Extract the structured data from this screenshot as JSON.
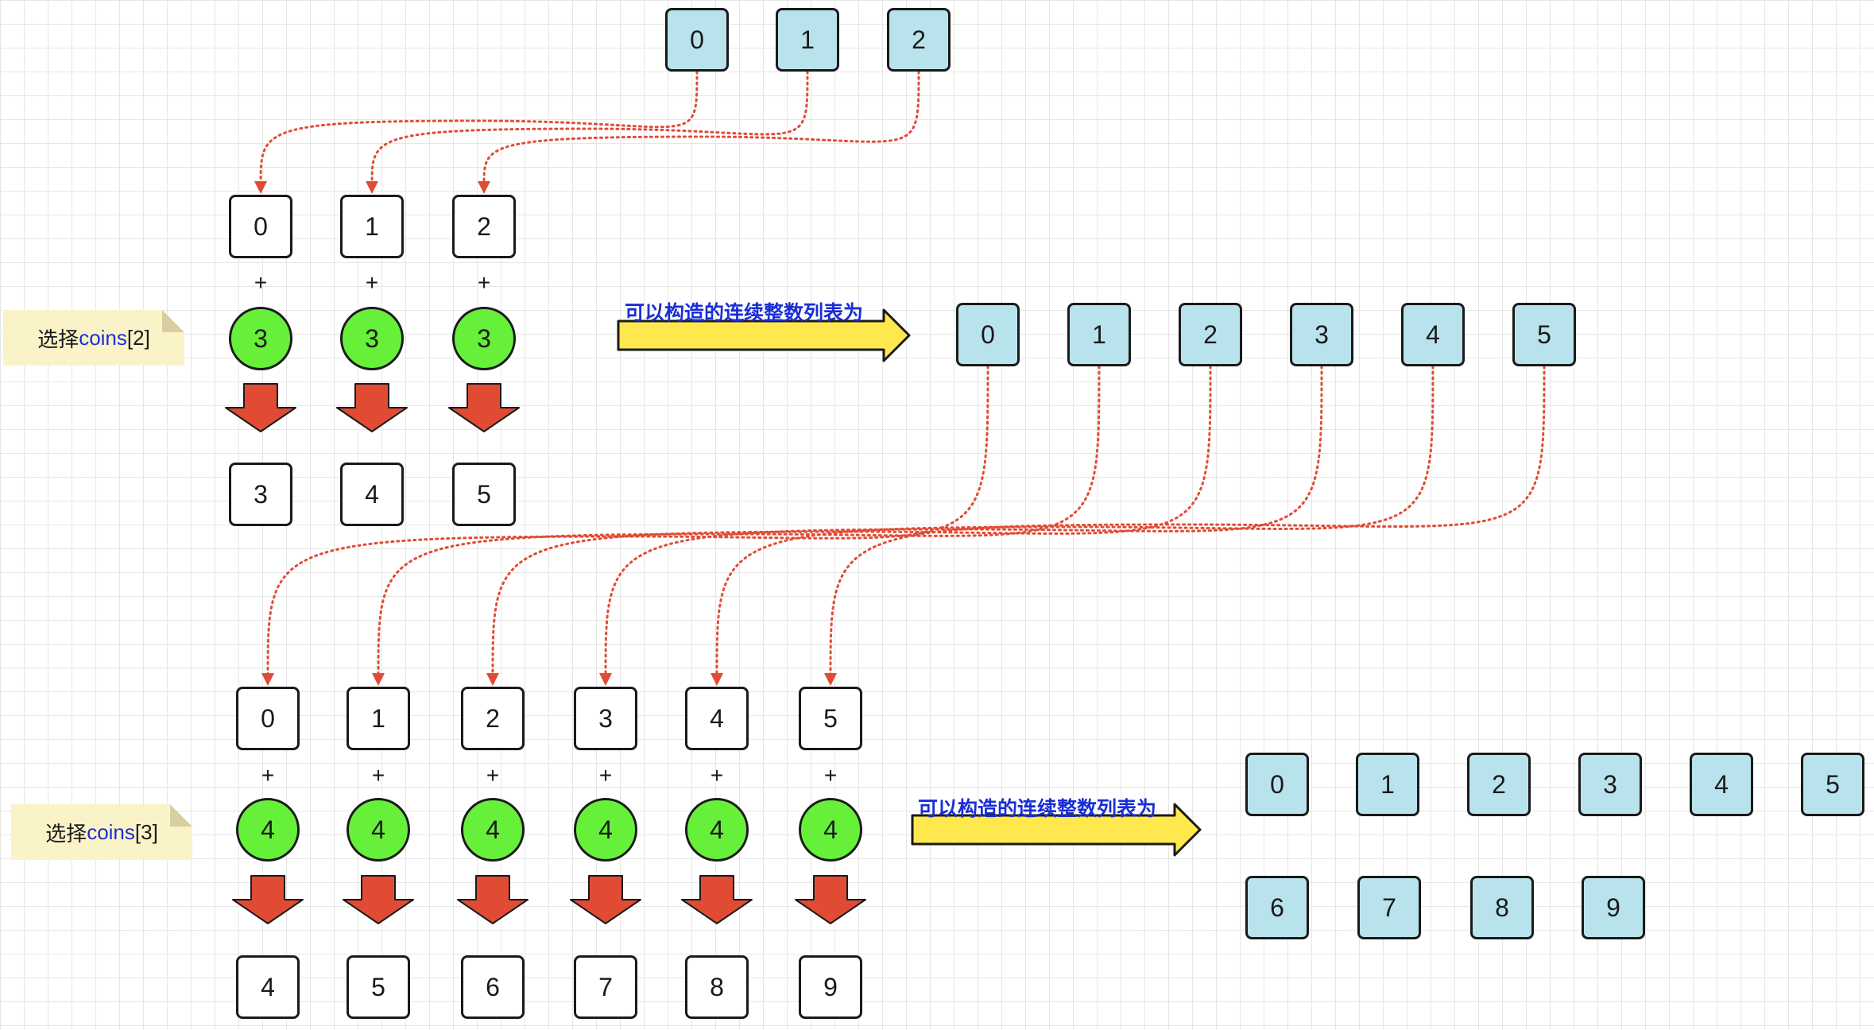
{
  "colors": {
    "blue_box": "#b9e3ec",
    "coin": "#66f03a",
    "red_arrow": "#e14b34",
    "yellow_arrow": "#ffe84d",
    "note_bg": "#fbf3c8",
    "caption_text": "#1a2ed6"
  },
  "top_list": [
    "0",
    "1",
    "2"
  ],
  "step1": {
    "note_prefix": "选择",
    "note_highlight": "coins",
    "note_suffix": "[2]",
    "inputs": [
      "0",
      "1",
      "2"
    ],
    "plus": "+",
    "coin_value": "3",
    "outputs": [
      "3",
      "4",
      "5"
    ],
    "caption": "可以构造的连续整数列表为",
    "result": [
      "0",
      "1",
      "2",
      "3",
      "4",
      "5"
    ]
  },
  "step2": {
    "note_prefix": "选择",
    "note_highlight": "coins",
    "note_suffix": "[3]",
    "inputs": [
      "0",
      "1",
      "2",
      "3",
      "4",
      "5"
    ],
    "plus": "+",
    "coin_value": "4",
    "outputs": [
      "4",
      "5",
      "6",
      "7",
      "8",
      "9"
    ],
    "caption": "可以构造的连续整数列表为",
    "result_row1": [
      "0",
      "1",
      "2",
      "3",
      "4",
      "5"
    ],
    "result_row2": [
      "6",
      "7",
      "8",
      "9"
    ]
  }
}
